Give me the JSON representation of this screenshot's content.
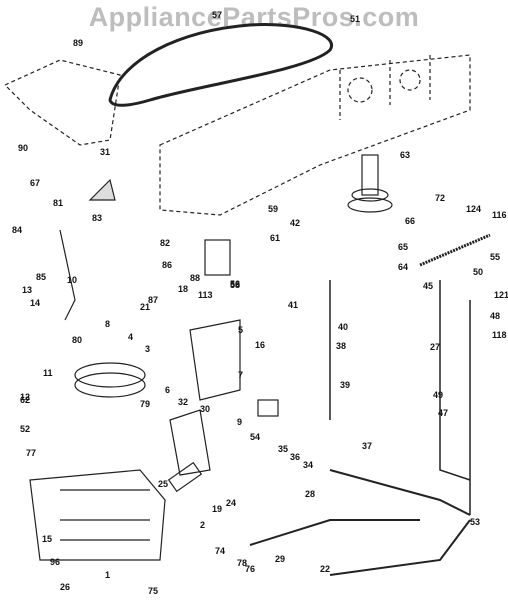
{
  "watermark": "AppliancePartsPros.com",
  "callouts": [
    "1",
    "2",
    "3",
    "4",
    "5",
    "6",
    "7",
    "8",
    "9",
    "10",
    "11",
    "12",
    "13",
    "14",
    "15",
    "16",
    "18",
    "19",
    "21",
    "22",
    "24",
    "25",
    "26",
    "27",
    "28",
    "29",
    "30",
    "31",
    "32",
    "34",
    "35",
    "36",
    "37",
    "38",
    "39",
    "40",
    "41",
    "42",
    "45",
    "47",
    "48",
    "49",
    "50",
    "51",
    "52",
    "53",
    "54",
    "55",
    "56",
    "57",
    "58",
    "59",
    "61",
    "62",
    "63",
    "64",
    "65",
    "66",
    "67",
    "72",
    "74",
    "75",
    "76",
    "77",
    "78",
    "79",
    "80",
    "81",
    "82",
    "83",
    "84",
    "85",
    "86",
    "87",
    "88",
    "89",
    "90",
    "96",
    "113",
    "116",
    "118",
    "121",
    "124"
  ]
}
